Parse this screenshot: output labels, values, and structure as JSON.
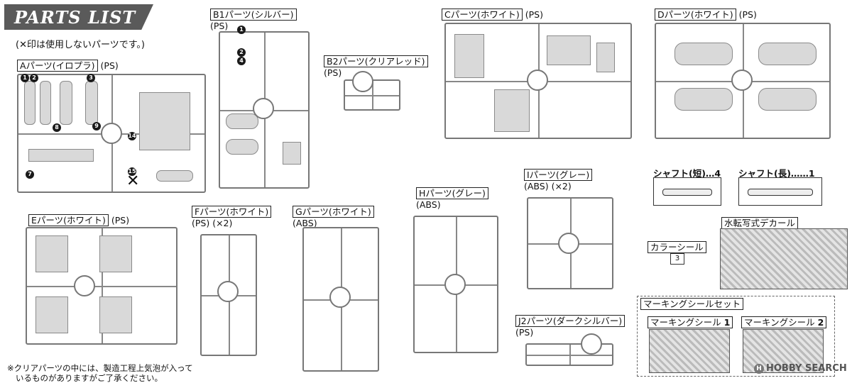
{
  "header": {
    "title": "PARTS LIST",
    "note": "(✕印は使用しないパーツです。)"
  },
  "parts": {
    "A": {
      "name": "Aパーツ(イロプラ)",
      "material": "(PS)"
    },
    "B1": {
      "name": "B1パーツ(シルバー)",
      "material": "(PS)"
    },
    "B2": {
      "name": "B2パーツ(クリアレッド)",
      "material": "(PS)"
    },
    "C": {
      "name": "Cパーツ(ホワイト)",
      "material": "(PS)"
    },
    "D": {
      "name": "Dパーツ(ホワイト)",
      "material": "(PS)"
    },
    "E": {
      "name": "Eパーツ(ホワイト)",
      "material": "(PS)"
    },
    "F": {
      "name": "Fパーツ(ホワイト)",
      "material": "(PS) (×2)"
    },
    "G": {
      "name": "Gパーツ(ホワイト)",
      "material": "(ABS)"
    },
    "H": {
      "name": "Hパーツ(グレー)",
      "material": "(ABS)"
    },
    "I": {
      "name": "Iパーツ(グレー)",
      "material": "(ABS) (×2)"
    },
    "J2": {
      "name": "J2パーツ(ダークシルバー)",
      "material": "(PS)"
    }
  },
  "accessories": {
    "shaft_short": "シャフト(短)…4",
    "shaft_long": "シャフト(長)……1",
    "waterslide_decal": "水転写式デカール",
    "color_seal": "カラーシール",
    "color_seal_id": "3",
    "marking_set": "マーキングシールセット",
    "marking_1": "マーキングシール",
    "marking_1_id": "1",
    "marking_2": "マーキングシール",
    "marking_2_id": "2"
  },
  "footnote": {
    "line1": "※クリアパーツの中には、製造工程上気泡が入って",
    "line2": "いるものがありますがご了承ください。"
  },
  "watermark": "HOBBY SEARCH"
}
